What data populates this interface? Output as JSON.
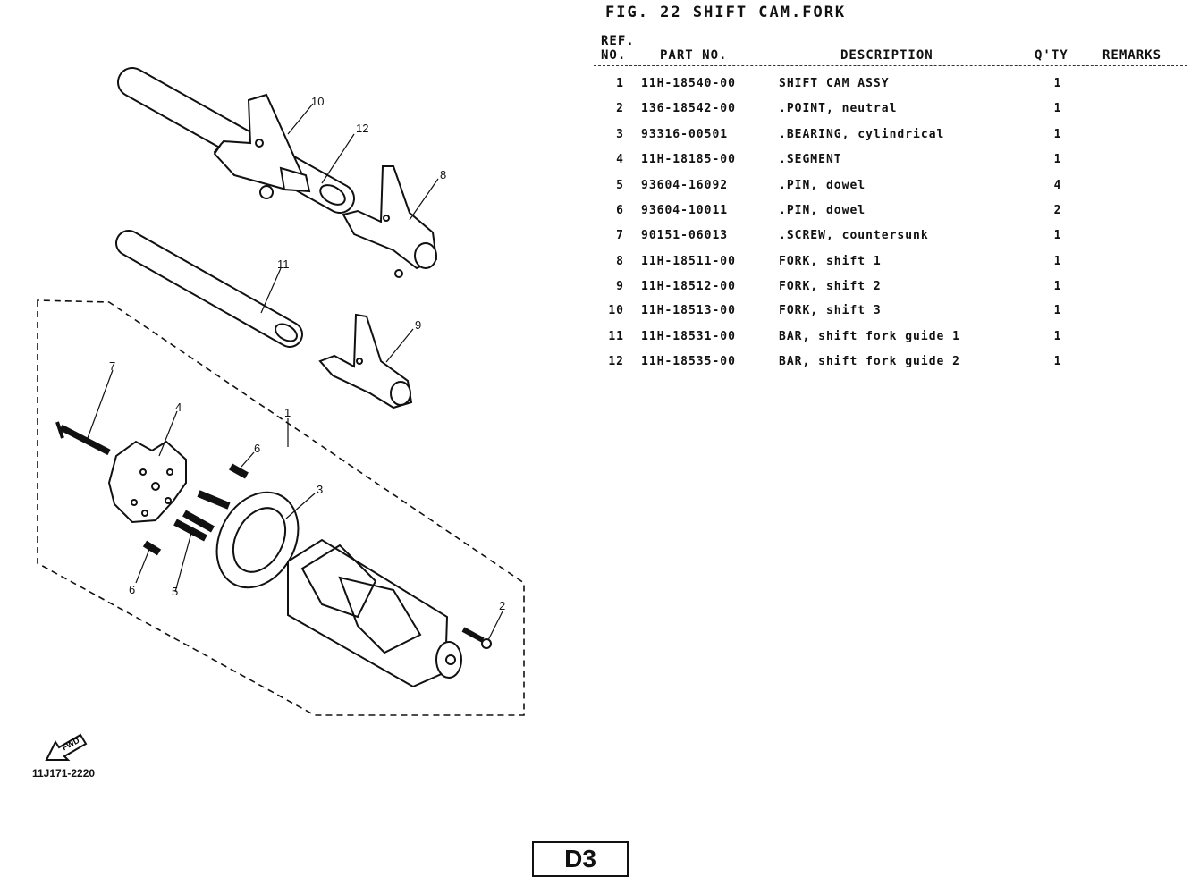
{
  "figure": {
    "title": "FIG. 22  SHIFT CAM.FORK"
  },
  "table": {
    "headers": {
      "ref_line1": "REF.",
      "ref_line2": "NO.",
      "part_no": "PART NO.",
      "description": "DESCRIPTION",
      "qty": "Q'TY",
      "remarks": "REMARKS"
    },
    "rows": [
      {
        "ref": "1",
        "part_no": "11H-18540-00",
        "description": "SHIFT CAM ASSY",
        "qty": "1"
      },
      {
        "ref": "2",
        "part_no": "136-18542-00",
        "description": ".POINT, neutral",
        "qty": "1"
      },
      {
        "ref": "3",
        "part_no": "93316-00501",
        "description": ".BEARING, cylindrical",
        "qty": "1"
      },
      {
        "ref": "4",
        "part_no": "11H-18185-00",
        "description": ".SEGMENT",
        "qty": "1"
      },
      {
        "ref": "5",
        "part_no": "93604-16092",
        "description": ".PIN, dowel",
        "qty": "4"
      },
      {
        "ref": "6",
        "part_no": "93604-10011",
        "description": ".PIN, dowel",
        "qty": "2"
      },
      {
        "ref": "7",
        "part_no": "90151-06013",
        "description": ".SCREW, countersunk",
        "qty": "1"
      },
      {
        "ref": "8",
        "part_no": "11H-18511-00",
        "description": "FORK, shift 1",
        "qty": "1"
      },
      {
        "ref": "9",
        "part_no": "11H-18512-00",
        "description": "FORK, shift 2",
        "qty": "1"
      },
      {
        "ref": "10",
        "part_no": "11H-18513-00",
        "description": "FORK, shift 3",
        "qty": "1"
      },
      {
        "ref": "11",
        "part_no": "11H-18531-00",
        "description": "BAR, shift fork guide 1",
        "qty": "1"
      },
      {
        "ref": "12",
        "part_no": "11H-18535-00",
        "description": "BAR, shift fork guide 2",
        "qty": "1"
      }
    ]
  },
  "diagram": {
    "callouts": [
      "10",
      "12",
      "8",
      "11",
      "9",
      "7",
      "4",
      "1",
      "6",
      "3",
      "6",
      "5",
      "2"
    ],
    "fwd_label": "FWD",
    "model_code": "11J171-2220"
  },
  "page": {
    "number": "D3"
  }
}
